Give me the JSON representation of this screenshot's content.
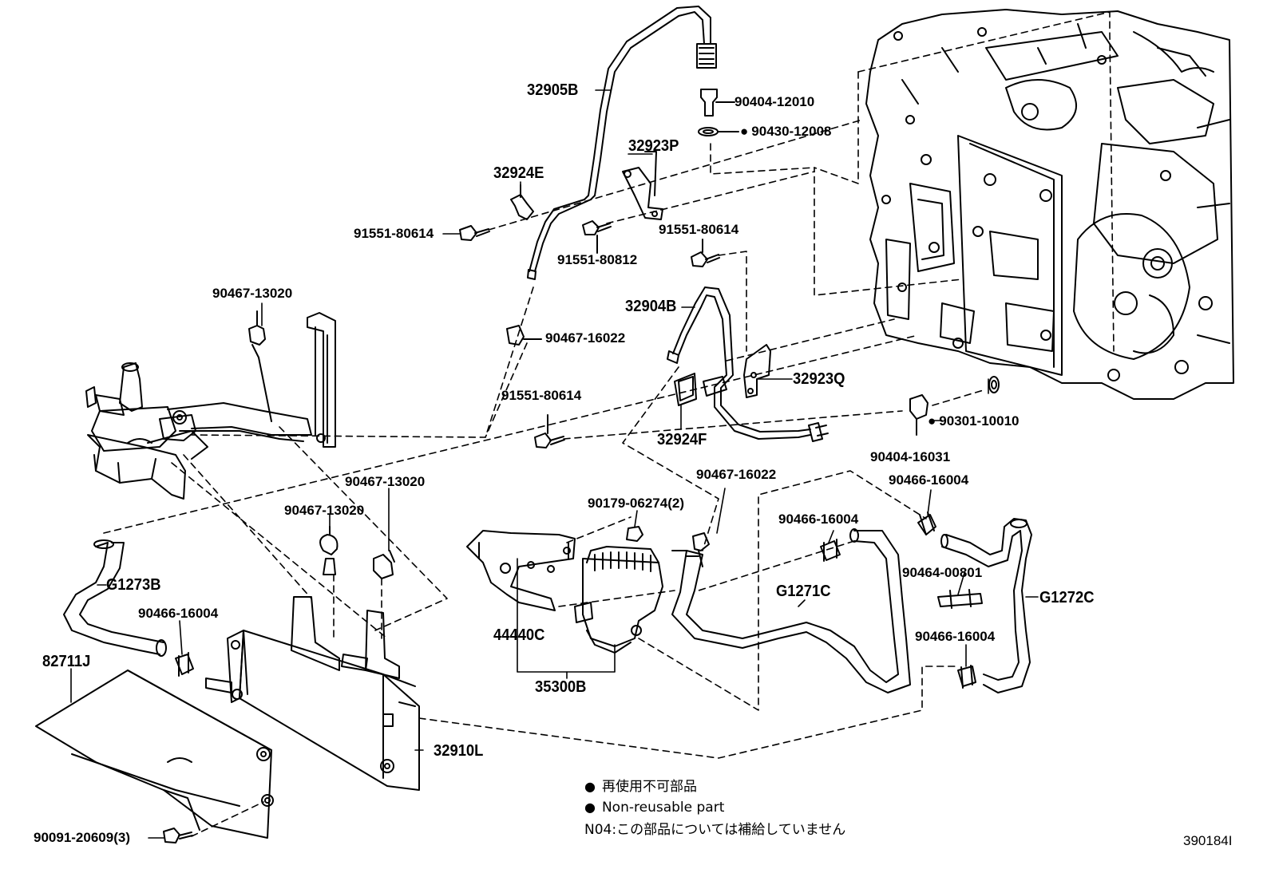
{
  "parts": {
    "p32905B": "32905B",
    "p90404_12010": "90404-12010",
    "p90430_12008": "90430-12008",
    "p32923P": "32923P",
    "p32924E": "32924E",
    "p91551_80614_a": "91551-80614",
    "p91551_80812": "91551-80812",
    "p91551_80614_b": "91551-80614",
    "p90467_13020_a": "90467-13020",
    "p32904B": "32904B",
    "p90467_16022_a": "90467-16022",
    "p32923Q": "32923Q",
    "p91551_80614_c": "91551-80614",
    "p32924F": "32924F",
    "p90301_10010": "90301-10010",
    "p90404_16031": "90404-16031",
    "p90467_16022_b": "90467-16022",
    "p90466_16004_a": "90466-16004",
    "p90467_13020_b": "90467-13020",
    "p90467_13020_c": "90467-13020",
    "p90179_06274": "90179-06274(2)",
    "p90466_16004_b": "90466-16004",
    "p90464_00801": "90464-00801",
    "p G1273B": "G1273B",
    "pG1273B": "G1273B",
    "pG1271C": "G1271C",
    "pG1272C": "G1272C",
    "p90466_16004_c": "90466-16004",
    "p44440C": "44440C",
    "p82711J": "82711J",
    "p90466_16004_d": "90466-16004",
    "p35300B": "35300B",
    "p32910L": "32910L",
    "p90091_20609": "90091-20609(3)"
  },
  "legend": {
    "jp_nonreusable": "再使用不可部品",
    "en_nonreusable": "Non-reusable part",
    "n04_note": "N04:この部品については補給していません"
  },
  "diagram_code": "390184I"
}
